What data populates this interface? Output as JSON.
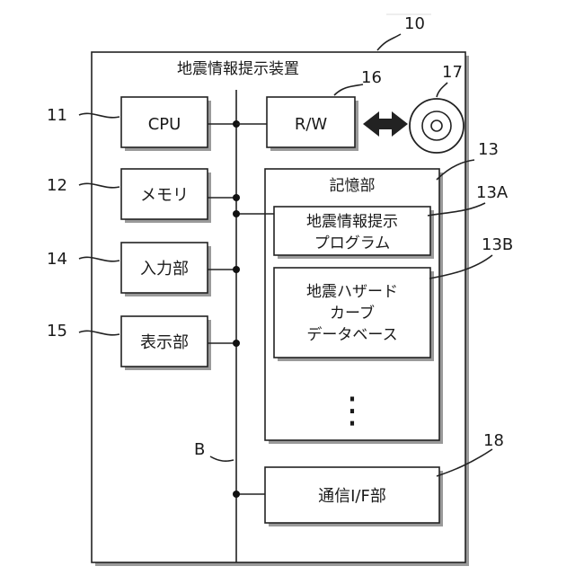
{
  "device": {
    "ref": "10",
    "title": "地震情報提示装置"
  },
  "components": {
    "cpu": {
      "ref": "11",
      "label": "CPU"
    },
    "memory": {
      "ref": "12",
      "label": "メモリ"
    },
    "input": {
      "ref": "14",
      "label": "入力部"
    },
    "display": {
      "ref": "15",
      "label": "表示部"
    },
    "rw": {
      "ref": "16",
      "label": "R/W"
    },
    "medium": {
      "ref": "17"
    },
    "storage": {
      "ref": "13",
      "label": "記憶部",
      "program": {
        "ref": "13A",
        "line1": "地震情報提示",
        "line2": "プログラム"
      },
      "database": {
        "ref": "13B",
        "line1": "地震ハザード",
        "line2": "カーブ",
        "line3": "データベース"
      },
      "ellipsis": "⋮"
    },
    "comm": {
      "ref": "18",
      "label": "通信I/F部"
    },
    "bus": {
      "ref": "B"
    }
  }
}
